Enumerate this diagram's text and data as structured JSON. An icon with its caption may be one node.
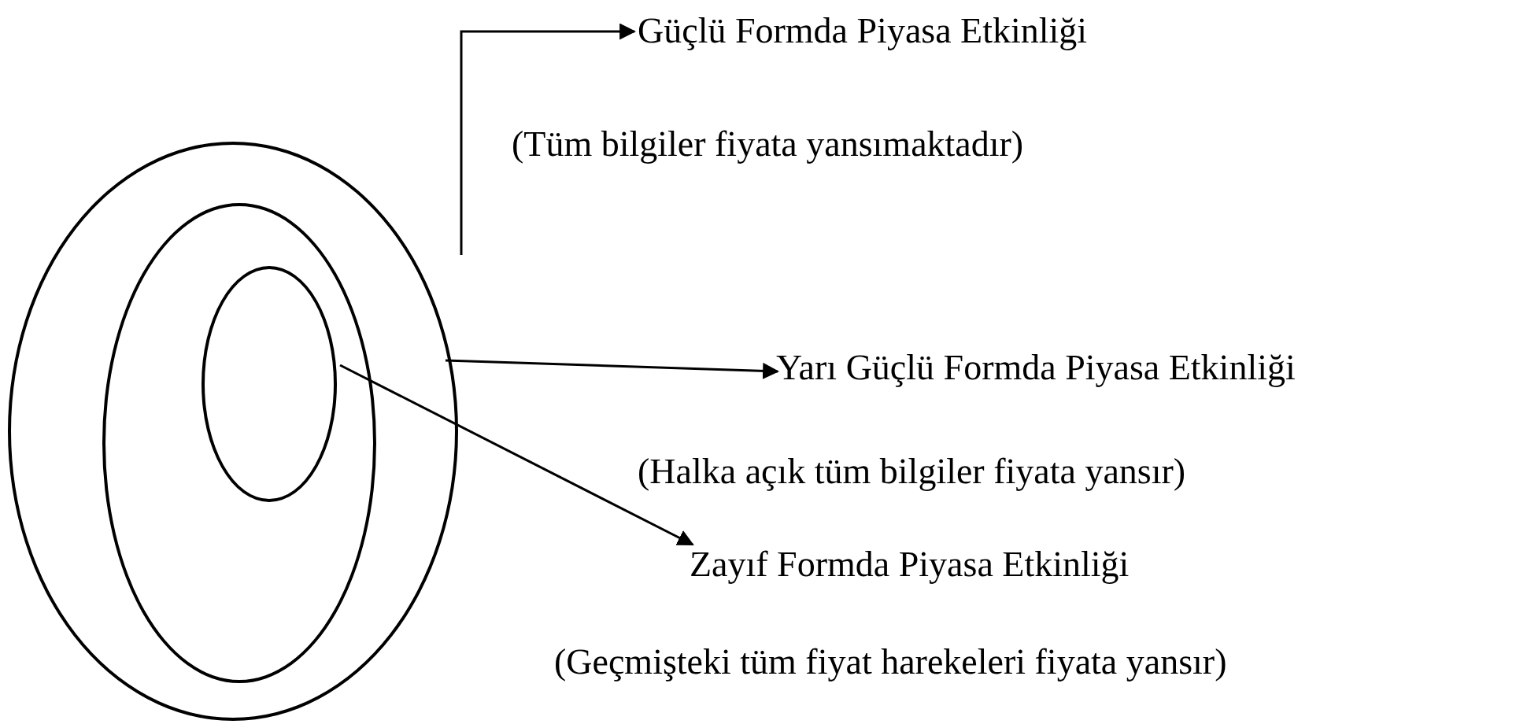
{
  "diagram": {
    "nodes": [
      {
        "text": [],
        "shape": "ellipse"
      },
      {
        "text": [],
        "shape": "ellipse",
        "in": 0
      },
      {
        "text": [],
        "shape": "ellipse",
        "in": 1
      },
      {
        "text": [
          "Güçlü Formda Piyasa Etkinliği",
          "(Tüm bilgiler fiyata yansımaktadır)"
        ]
      },
      {
        "text": [
          "Yarı Güçlü Formda Piyasa Etkinliği",
          "(Halka açık tüm bilgiler fiyata yansır)"
        ]
      },
      {
        "text": [
          "Zayıf Formda Piyasa Etkinliği",
          "(Geçmişteki tüm fiyat harekeleri fiyata yansır)"
        ]
      }
    ],
    "edges": [
      {
        "from": 0,
        "to": 3,
        "arrow": "to"
      },
      {
        "from": 1,
        "to": 4,
        "arrow": "to"
      },
      {
        "from": 2,
        "to": 5,
        "arrow": "to"
      }
    ]
  }
}
